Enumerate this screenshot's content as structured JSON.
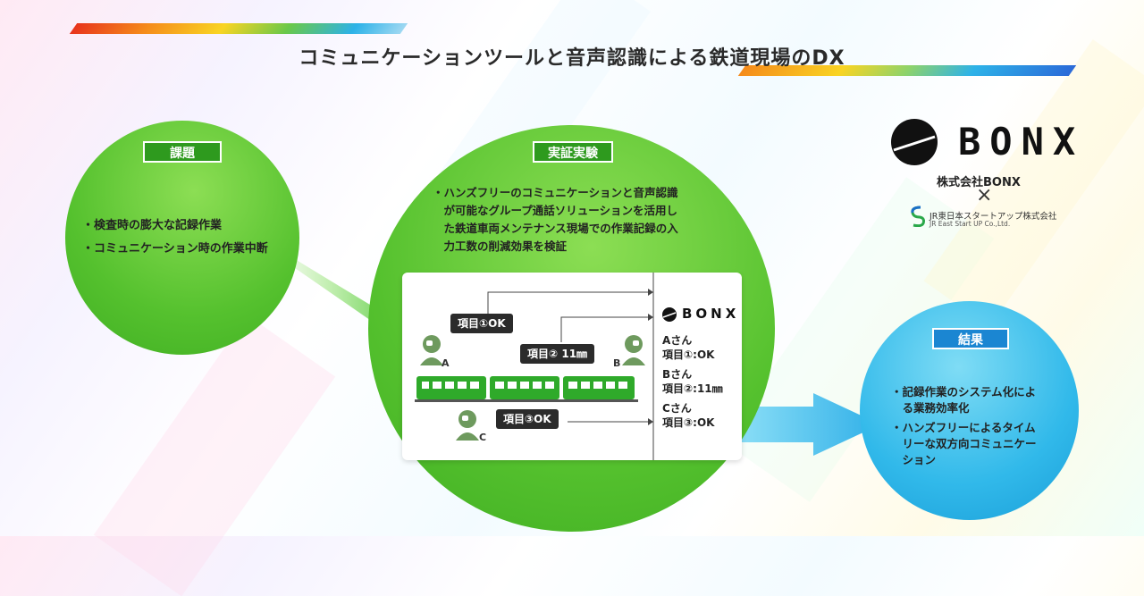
{
  "title": "コミュニケーションツールと音声認識による鉄道現場のDX",
  "problem": {
    "label": "課題",
    "bullets": [
      "・検査時の膨大な記録作業",
      "・コミュニケーション時の作業中断"
    ]
  },
  "experiment": {
    "label": "実証実験",
    "lines": [
      "・ハンズフリーのコミュニケーションと音声認識",
      "　が可能なグループ通話ソリューションを活用し",
      "　た鉄道車両メンテナンス現場での作業記録の入",
      "　力工数の削減効果を検証"
    ]
  },
  "diagram": {
    "bubble_a": "項目①OK",
    "bubble_b": "項目② 11㎜",
    "bubble_c": "項目③OK",
    "person_a": "A",
    "person_b": "B",
    "person_c": "C",
    "brand": "BONX",
    "records": [
      "Aさん",
      "項目①:OK",
      "Bさん",
      "項目②:11㎜",
      "Cさん",
      "項目③:OK"
    ]
  },
  "result": {
    "label": "結果",
    "bullets": [
      "・記録作業のシステム化によ",
      "　る業務効率化",
      "・ハンズフリーによるタイム",
      "　リーな双方向コミュニケー",
      "　ション"
    ]
  },
  "logos": {
    "bonx_word": "BONX",
    "company": "株式会社BONX",
    "cross": "×",
    "jr_name": "JR東日本スタートアップ株式会社",
    "jr_en": "JR East Start UP Co.,Ltd."
  },
  "colors": {
    "green": "#55c12e",
    "blue": "#31b9ea",
    "label_green": "#2e9a1e",
    "label_blue": "#1b86d2"
  }
}
